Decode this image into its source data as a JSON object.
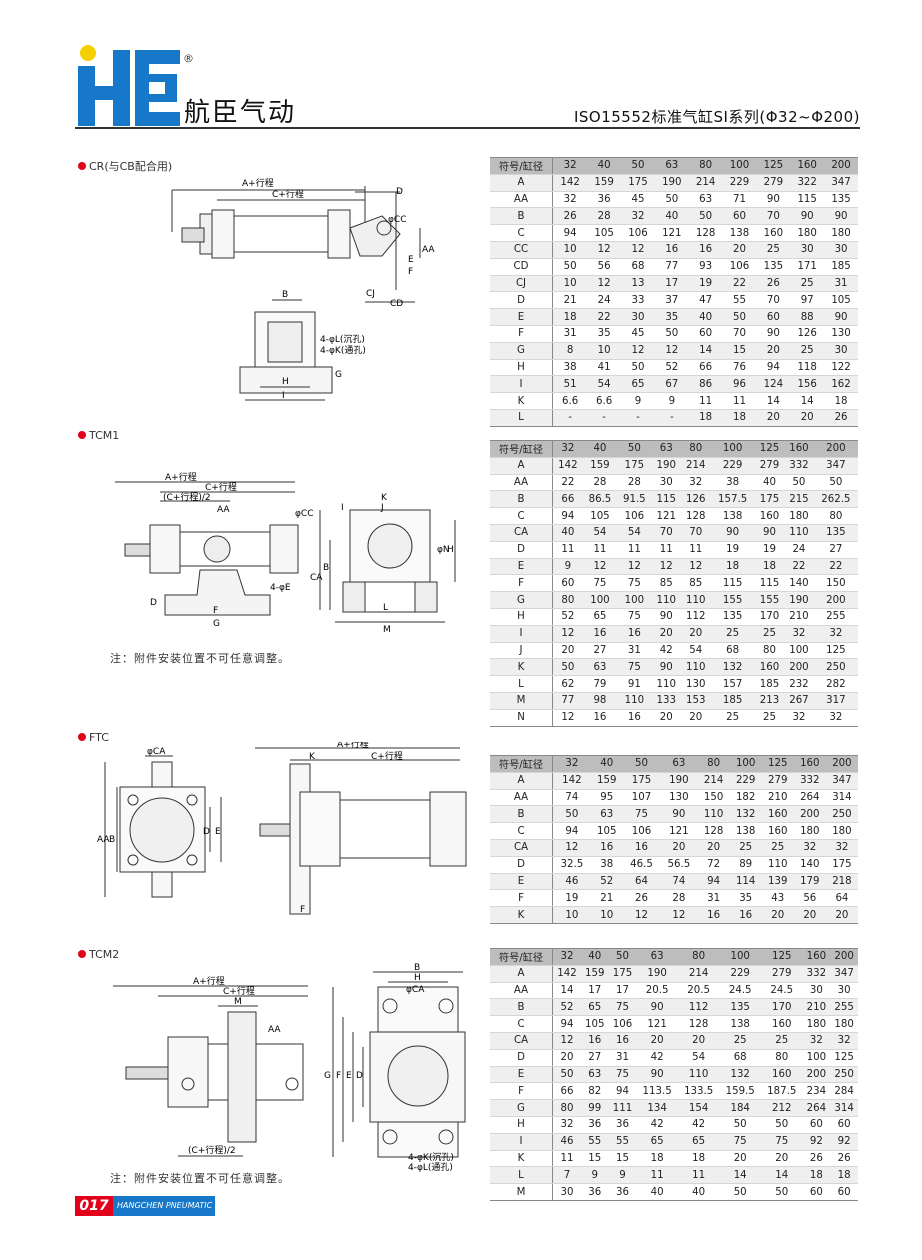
{
  "header": {
    "brand": "航臣气动",
    "registered": "®",
    "series_title": "ISO15552标准气缸SI系列(Φ32~Φ200)"
  },
  "colors": {
    "logo_blue": "#1778c9",
    "logo_yellow": "#f5d000",
    "accent_red": "#e3001b"
  },
  "sections": [
    {
      "label": "CR(与CB配合用)",
      "note": "",
      "drawing_labels": [
        "A+行程",
        "C+行程",
        "D",
        "φCC",
        "AA",
        "CJ",
        "CD",
        "E",
        "F",
        "B",
        "4-φL(沉孔)",
        "4-φK(通孔)",
        "G",
        "H",
        "I"
      ],
      "header": [
        "符号/缸径",
        "32",
        "40",
        "50",
        "63",
        "80",
        "100",
        "125",
        "160",
        "200"
      ],
      "rows": [
        [
          "A",
          "142",
          "159",
          "175",
          "190",
          "214",
          "229",
          "279",
          "322",
          "347"
        ],
        [
          "AA",
          "32",
          "36",
          "45",
          "50",
          "63",
          "71",
          "90",
          "115",
          "135"
        ],
        [
          "B",
          "26",
          "28",
          "32",
          "40",
          "50",
          "60",
          "70",
          "90",
          "90"
        ],
        [
          "C",
          "94",
          "105",
          "106",
          "121",
          "128",
          "138",
          "160",
          "180",
          "180"
        ],
        [
          "CC",
          "10",
          "12",
          "12",
          "16",
          "16",
          "20",
          "25",
          "30",
          "30"
        ],
        [
          "CD",
          "50",
          "56",
          "68",
          "77",
          "93",
          "106",
          "135",
          "171",
          "185"
        ],
        [
          "CJ",
          "10",
          "12",
          "13",
          "17",
          "19",
          "22",
          "26",
          "25",
          "31"
        ],
        [
          "D",
          "21",
          "24",
          "33",
          "37",
          "47",
          "55",
          "70",
          "97",
          "105"
        ],
        [
          "E",
          "18",
          "22",
          "30",
          "35",
          "40",
          "50",
          "60",
          "88",
          "90"
        ],
        [
          "F",
          "31",
          "35",
          "45",
          "50",
          "60",
          "70",
          "90",
          "126",
          "130"
        ],
        [
          "G",
          "8",
          "10",
          "12",
          "12",
          "14",
          "15",
          "20",
          "25",
          "30"
        ],
        [
          "H",
          "38",
          "41",
          "50",
          "52",
          "66",
          "76",
          "94",
          "118",
          "122"
        ],
        [
          "I",
          "51",
          "54",
          "65",
          "67",
          "86",
          "96",
          "124",
          "156",
          "162"
        ],
        [
          "K",
          "6.6",
          "6.6",
          "9",
          "9",
          "11",
          "11",
          "14",
          "14",
          "18"
        ],
        [
          "L",
          "-",
          "-",
          "-",
          "-",
          "18",
          "18",
          "20",
          "20",
          "26"
        ]
      ]
    },
    {
      "label": "TCM1",
      "note": "注：附件安装位置不可任意调整。",
      "drawing_labels": [
        "A+行程",
        "C+行程",
        "(C+行程)/2",
        "AA",
        "φCC",
        "CA",
        "B",
        "4-φE",
        "D",
        "F",
        "G",
        "K",
        "J",
        "I",
        "L",
        "M",
        "φN",
        "H"
      ],
      "header": [
        "符号/缸径",
        "32",
        "40",
        "50",
        "63",
        "80",
        "100",
        "125",
        "160",
        "200"
      ],
      "rows": [
        [
          "A",
          "142",
          "159",
          "175",
          "190",
          "214",
          "229",
          "279",
          "332",
          "347"
        ],
        [
          "AA",
          "22",
          "28",
          "28",
          "30",
          "32",
          "38",
          "40",
          "50",
          "50"
        ],
        [
          "B",
          "66",
          "86.5",
          "91.5",
          "115",
          "126",
          "157.5",
          "175",
          "215",
          "262.5"
        ],
        [
          "C",
          "94",
          "105",
          "106",
          "121",
          "128",
          "138",
          "160",
          "180",
          "80"
        ],
        [
          "CA",
          "40",
          "54",
          "54",
          "70",
          "70",
          "90",
          "90",
          "110",
          "135"
        ],
        [
          "D",
          "11",
          "11",
          "11",
          "11",
          "11",
          "19",
          "19",
          "24",
          "27"
        ],
        [
          "E",
          "9",
          "12",
          "12",
          "12",
          "12",
          "18",
          "18",
          "22",
          "22"
        ],
        [
          "F",
          "60",
          "75",
          "75",
          "85",
          "85",
          "115",
          "115",
          "140",
          "150"
        ],
        [
          "G",
          "80",
          "100",
          "100",
          "110",
          "110",
          "155",
          "155",
          "190",
          "200"
        ],
        [
          "H",
          "52",
          "65",
          "75",
          "90",
          "112",
          "135",
          "170",
          "210",
          "255"
        ],
        [
          "I",
          "12",
          "16",
          "16",
          "20",
          "20",
          "25",
          "25",
          "32",
          "32"
        ],
        [
          "J",
          "20",
          "27",
          "31",
          "42",
          "54",
          "68",
          "80",
          "100",
          "125"
        ],
        [
          "K",
          "50",
          "63",
          "75",
          "90",
          "110",
          "132",
          "160",
          "200",
          "250"
        ],
        [
          "L",
          "62",
          "79",
          "91",
          "110",
          "130",
          "157",
          "185",
          "232",
          "282"
        ],
        [
          "M",
          "77",
          "98",
          "110",
          "133",
          "153",
          "185",
          "213",
          "267",
          "317"
        ],
        [
          "N",
          "12",
          "16",
          "16",
          "20",
          "20",
          "25",
          "25",
          "32",
          "32"
        ]
      ]
    },
    {
      "label": "FTC",
      "note": "",
      "drawing_labels": [
        "φCA",
        "AA",
        "B",
        "D",
        "E",
        "F",
        "A+行程",
        "K",
        "C+行程"
      ],
      "header": [
        "符号/缸径",
        "32",
        "40",
        "50",
        "63",
        "80",
        "100",
        "125",
        "160",
        "200"
      ],
      "rows": [
        [
          "A",
          "142",
          "159",
          "175",
          "190",
          "214",
          "229",
          "279",
          "332",
          "347"
        ],
        [
          "AA",
          "74",
          "95",
          "107",
          "130",
          "150",
          "182",
          "210",
          "264",
          "314"
        ],
        [
          "B",
          "50",
          "63",
          "75",
          "90",
          "110",
          "132",
          "160",
          "200",
          "250"
        ],
        [
          "C",
          "94",
          "105",
          "106",
          "121",
          "128",
          "138",
          "160",
          "180",
          "180"
        ],
        [
          "CA",
          "12",
          "16",
          "16",
          "20",
          "20",
          "25",
          "25",
          "32",
          "32"
        ],
        [
          "D",
          "32.5",
          "38",
          "46.5",
          "56.5",
          "72",
          "89",
          "110",
          "140",
          "175"
        ],
        [
          "E",
          "46",
          "52",
          "64",
          "74",
          "94",
          "114",
          "139",
          "179",
          "218"
        ],
        [
          "F",
          "19",
          "21",
          "26",
          "28",
          "31",
          "35",
          "43",
          "56",
          "64"
        ],
        [
          "K",
          "10",
          "10",
          "12",
          "12",
          "16",
          "16",
          "20",
          "20",
          "20"
        ]
      ]
    },
    {
      "label": "TCM2",
      "note": "注：附件安装位置不可任意调整。",
      "drawing_labels": [
        "A+行程",
        "C+行程",
        "M",
        "AA",
        "(C+行程)/2",
        "B",
        "H",
        "φCA",
        "G",
        "F",
        "E",
        "D",
        "4-φK(沉孔)",
        "4-φL(通孔)"
      ],
      "header": [
        "符号/缸径",
        "32",
        "40",
        "50",
        "63",
        "80",
        "100",
        "125",
        "160",
        "200"
      ],
      "rows": [
        [
          "A",
          "142",
          "159",
          "175",
          "190",
          "214",
          "229",
          "279",
          "332",
          "347"
        ],
        [
          "AA",
          "14",
          "17",
          "17",
          "20.5",
          "20.5",
          "24.5",
          "24.5",
          "30",
          "30"
        ],
        [
          "B",
          "52",
          "65",
          "75",
          "90",
          "112",
          "135",
          "170",
          "210",
          "255"
        ],
        [
          "C",
          "94",
          "105",
          "106",
          "121",
          "128",
          "138",
          "160",
          "180",
          "180"
        ],
        [
          "CA",
          "12",
          "16",
          "16",
          "20",
          "20",
          "25",
          "25",
          "32",
          "32"
        ],
        [
          "D",
          "20",
          "27",
          "31",
          "42",
          "54",
          "68",
          "80",
          "100",
          "125"
        ],
        [
          "E",
          "50",
          "63",
          "75",
          "90",
          "110",
          "132",
          "160",
          "200",
          "250"
        ],
        [
          "F",
          "66",
          "82",
          "94",
          "113.5",
          "133.5",
          "159.5",
          "187.5",
          "234",
          "284"
        ],
        [
          "G",
          "80",
          "99",
          "111",
          "134",
          "154",
          "184",
          "212",
          "264",
          "314"
        ],
        [
          "H",
          "32",
          "36",
          "36",
          "42",
          "42",
          "50",
          "50",
          "60",
          "60"
        ],
        [
          "I",
          "46",
          "55",
          "55",
          "65",
          "65",
          "75",
          "75",
          "92",
          "92"
        ],
        [
          "K",
          "11",
          "15",
          "15",
          "18",
          "18",
          "20",
          "20",
          "26",
          "26"
        ],
        [
          "L",
          "7",
          "9",
          "9",
          "11",
          "11",
          "14",
          "14",
          "18",
          "18"
        ],
        [
          "M",
          "30",
          "36",
          "36",
          "40",
          "40",
          "50",
          "50",
          "60",
          "60"
        ]
      ]
    }
  ],
  "footer": {
    "page_number": "017",
    "company": "HANGCHEN PNEUMATIC"
  }
}
